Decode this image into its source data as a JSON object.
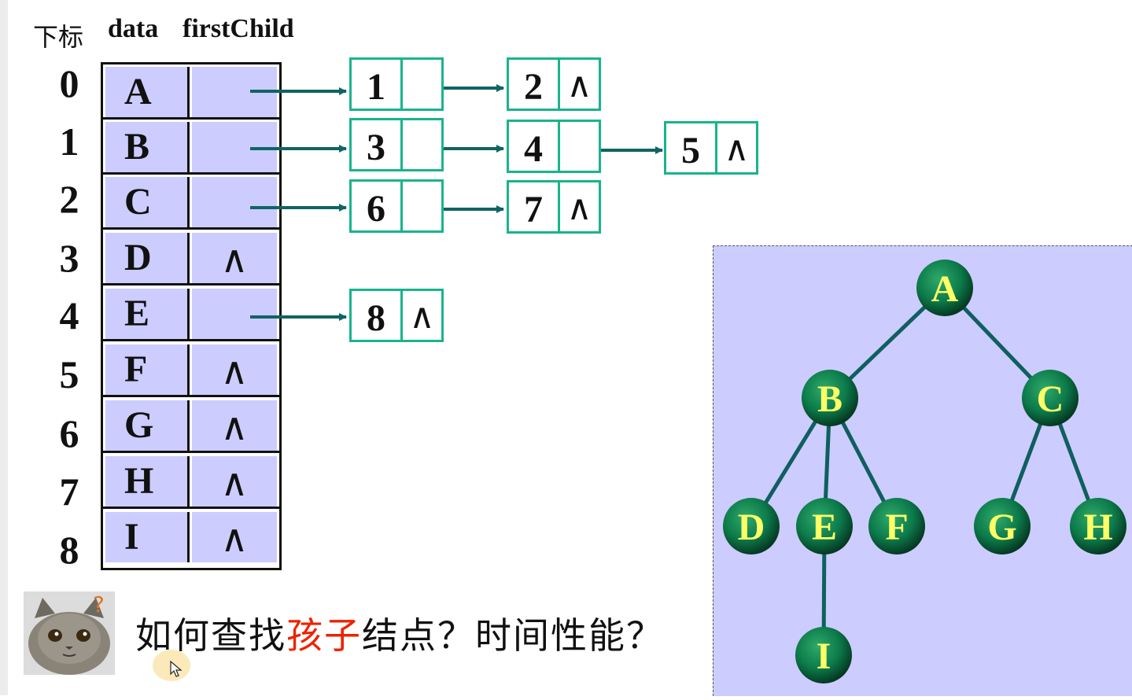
{
  "header": {
    "index_label": "下标",
    "data_label": "data",
    "first_child_label": "firstChild"
  },
  "null_symbol": "∧",
  "rows": [
    {
      "index": "0",
      "data": "A",
      "first_child": ""
    },
    {
      "index": "1",
      "data": "B",
      "first_child": ""
    },
    {
      "index": "2",
      "data": "C",
      "first_child": ""
    },
    {
      "index": "3",
      "data": "D",
      "first_child": "∧"
    },
    {
      "index": "4",
      "data": "E",
      "first_child": ""
    },
    {
      "index": "5",
      "data": "F",
      "first_child": "∧"
    },
    {
      "index": "6",
      "data": "G",
      "first_child": "∧"
    },
    {
      "index": "7",
      "data": "H",
      "first_child": "∧"
    },
    {
      "index": "8",
      "data": "I",
      "first_child": "∧"
    }
  ],
  "child_lists": [
    {
      "parent": "A",
      "children": [
        "1",
        "2"
      ]
    },
    {
      "parent": "B",
      "children": [
        "3",
        "4",
        "5"
      ]
    },
    {
      "parent": "C",
      "children": [
        "6",
        "7"
      ]
    },
    {
      "parent": "E",
      "children": [
        "8"
      ]
    }
  ],
  "tree": {
    "nodes": [
      "A",
      "B",
      "C",
      "D",
      "E",
      "F",
      "G",
      "H",
      "I"
    ],
    "edges": [
      [
        "A",
        "B"
      ],
      [
        "A",
        "C"
      ],
      [
        "B",
        "D"
      ],
      [
        "B",
        "E"
      ],
      [
        "B",
        "F"
      ],
      [
        "C",
        "G"
      ],
      [
        "C",
        "H"
      ],
      [
        "E",
        "I"
      ]
    ]
  },
  "question": {
    "part1": "如何查找",
    "highlight": "孩子",
    "part2": "结点？时间性能？"
  },
  "colors": {
    "cell_fill": "#ccccff",
    "node_border": "#19b48c",
    "arrow": "#0f6464",
    "tree_node": "#0c7a4a",
    "tree_label": "#ffff66",
    "highlight": "#ee2200"
  }
}
